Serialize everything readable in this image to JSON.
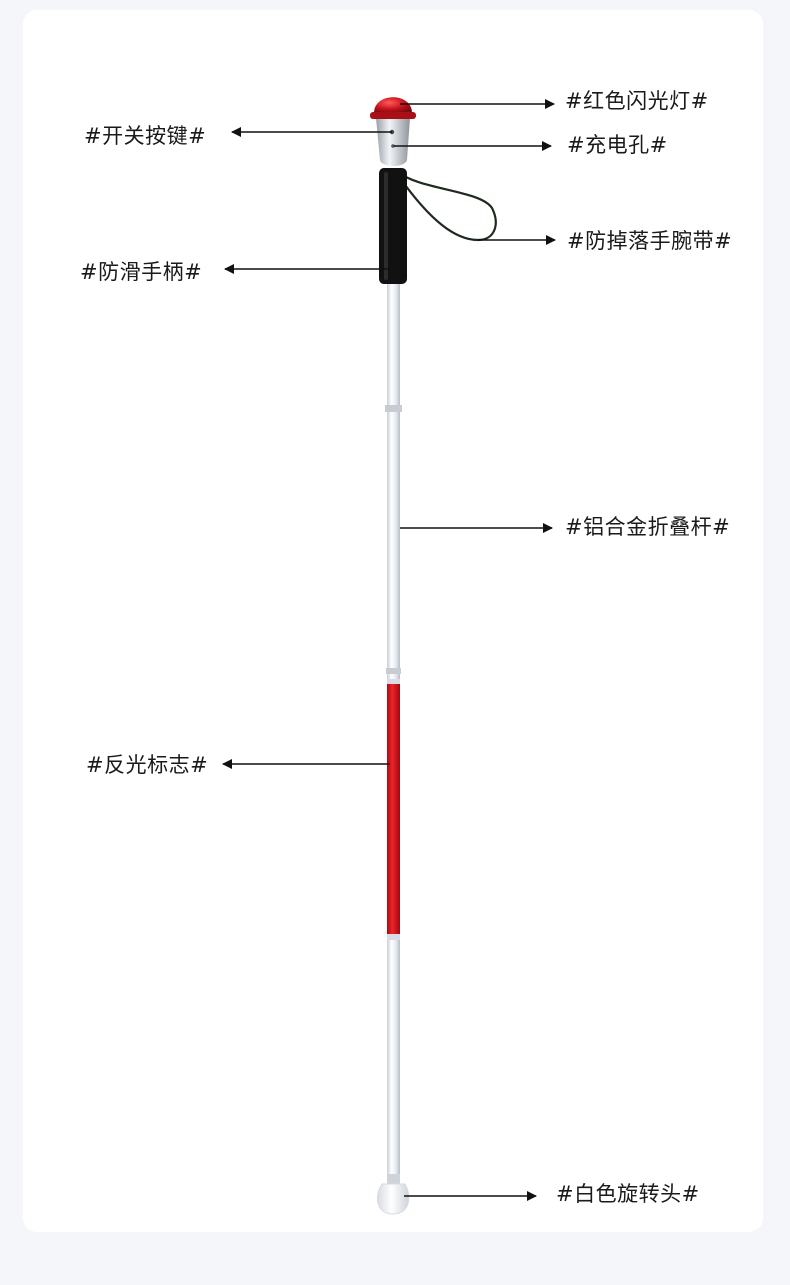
{
  "labels": {
    "red_light": "#红色闪光灯#",
    "switch_button": "#开关按键#",
    "charging_port": "#充电孔#",
    "wrist_strap": "#防掉落手腕带#",
    "grip": "#防滑手柄#",
    "folding_pole": "#铝合金折叠杆#",
    "reflective_band": "#反光标志#",
    "rotating_tip": "#白色旋转头#"
  },
  "colors": {
    "background": "#f5f6fa",
    "card": "#ffffff",
    "cane_red": "#d0141c",
    "cane_white": "#eef1f5",
    "grip_black": "#111111",
    "arrow": "#111111"
  }
}
